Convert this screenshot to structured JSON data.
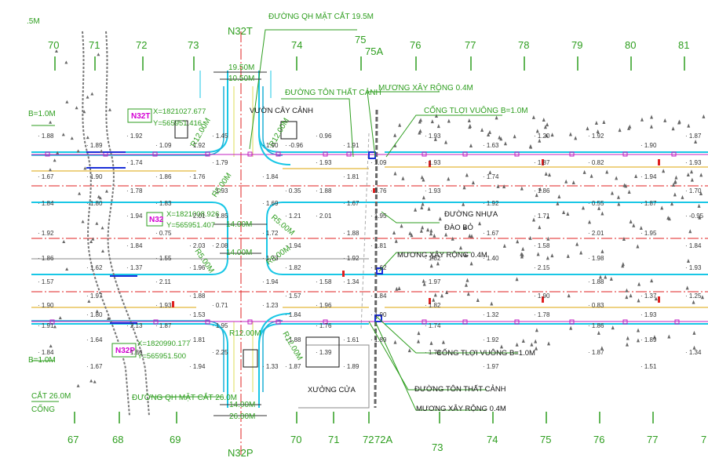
{
  "labels": {
    "scale_top": ".5M"
  },
  "stations_top": [
    "70",
    "71",
    "72",
    "73",
    "74",
    "75",
    "75A",
    "76",
    "77",
    "78",
    "79",
    "80",
    "81"
  ],
  "stations_bottom": [
    "67",
    "68",
    "69",
    "70",
    "71",
    "72",
    "72A",
    "73",
    "74",
    "75",
    "76",
    "77",
    "7"
  ],
  "nodes": {
    "top": "N32T",
    "bottom": "N32P"
  },
  "annotations": {
    "planned_section_top": "ĐƯỜNG QH MẶT CẮT 19.5M",
    "road_name_top": "ĐƯỜNG TÔN THẤT CẢNH",
    "drain_top": "MƯƠNG XÂY RỘNG 0.4M",
    "culvert_top": "CỐNG TLỢI VUÔNG B=1.0M",
    "garden": "VƯỜN CÂY CẢNH",
    "asphalt_road": "ĐƯỜNG NHỰA",
    "embankment": "ĐÀO BỎ",
    "drain_mid": "MƯƠNG XÂY RỘNG 0.4M",
    "culvert_bottom": "CỐNG TLỢI VUÔNG B=1.0M",
    "road_name_bottom": "ĐƯỜNG TÔN THẤT CẢNH",
    "drain_bottom": "MƯƠNG XÂY RỘNG 0.4M",
    "workshop": "XƯỞNG CỬA",
    "planned_section_bottom": "ĐƯỜNG QH MẶT CẮT 26.0M",
    "b_top": "B=1.0M",
    "b_bottom": "B=1.0M",
    "section_left": "CẮT 26.0M",
    "cong": "CỐNG"
  },
  "coords": {
    "n32t": {
      "name": "N32T",
      "x": "X=1821027.677",
      "y": "Y=565951.416"
    },
    "n32": {
      "name": "N32",
      "x": "X=1821008.926",
      "y": "Y=565951.407"
    },
    "n32p": {
      "name": "N32P",
      "x": "X=1820990.177",
      "y": "Y=565951.500"
    }
  },
  "dimensions": [
    "19.50M",
    "10.50M",
    "14.00M",
    "14.00M",
    "14.00M",
    "26.00M"
  ],
  "radii": [
    "R12.00M",
    "R12.00M",
    "R5.00M",
    "R5.00M",
    "R5.00M",
    "R5.00M",
    "R12.00M",
    "R12.00M"
  ],
  "elevations": [
    "1.88",
    "-0.96",
    "0.82",
    "1.76",
    "1.93",
    "1.80",
    "2.01",
    "1.95",
    "2.08",
    "1.40",
    "1.37",
    "1.34",
    "1.25",
    "1.23",
    "1.78",
    "1.87",
    "1.89",
    "1.84",
    "1.87",
    "1.92",
    "1.92",
    "1.93",
    "1.90",
    "1.88",
    "1.87",
    "1.85",
    "1.67",
    "1.84",
    "1.92",
    "1.93",
    "1.94",
    "1.90",
    "1.93",
    "1.90",
    "1.91",
    "1.88",
    "1.87",
    "1.94",
    "1.93",
    "1.89",
    "1.93",
    "1.94",
    "1.93",
    "1.92",
    "1.94",
    "1.88",
    "1.84",
    "1.73",
    "2.15",
    "2.11",
    "1.84",
    "1.90",
    "1.84",
    "1.86",
    "1.81",
    "1.78",
    "1.67",
    "0.96",
    "1.90",
    "1.79",
    "1.74",
    "1.78",
    "1.67",
    "-0.95",
    "1.72",
    "1.58",
    "1.55",
    "1.62",
    "1.57",
    "1.57",
    "0.83",
    "1.53",
    "1.74",
    "1.64",
    "1.39",
    "1.51",
    "1.45",
    "1.63",
    "1.74",
    "1.81",
    "1.70",
    "1.69",
    "1.71",
    "0.75",
    "1.81",
    "1.86",
    "1.82",
    "1.88",
    "1.88",
    "1.82",
    "1.80",
    "1.76",
    "1.89",
    "2.25",
    "1.97",
    "1.92",
    "1.91",
    "1.93",
    "1.84",
    "1.86",
    "1.83",
    "1.95",
    "1.92",
    "1.94",
    "1.98",
    "1.96",
    "1.97",
    "1.97",
    "1.96",
    "1.93",
    "1.95",
    "1.92",
    "1.86",
    "1.89",
    "1.87",
    "1.90",
    "1.87",
    "1.86",
    "1.76",
    "1.84",
    "1.21",
    "2.01",
    "2.03",
    "1.82",
    "1.62",
    "1.58",
    "1.37",
    "0.71",
    "1.32",
    "2.13",
    "1.61",
    "1.34",
    "1.33",
    "1.20",
    "1.09",
    "1.09",
    "1.67",
    "0.35",
    "0.55",
    "2.01"
  ]
}
